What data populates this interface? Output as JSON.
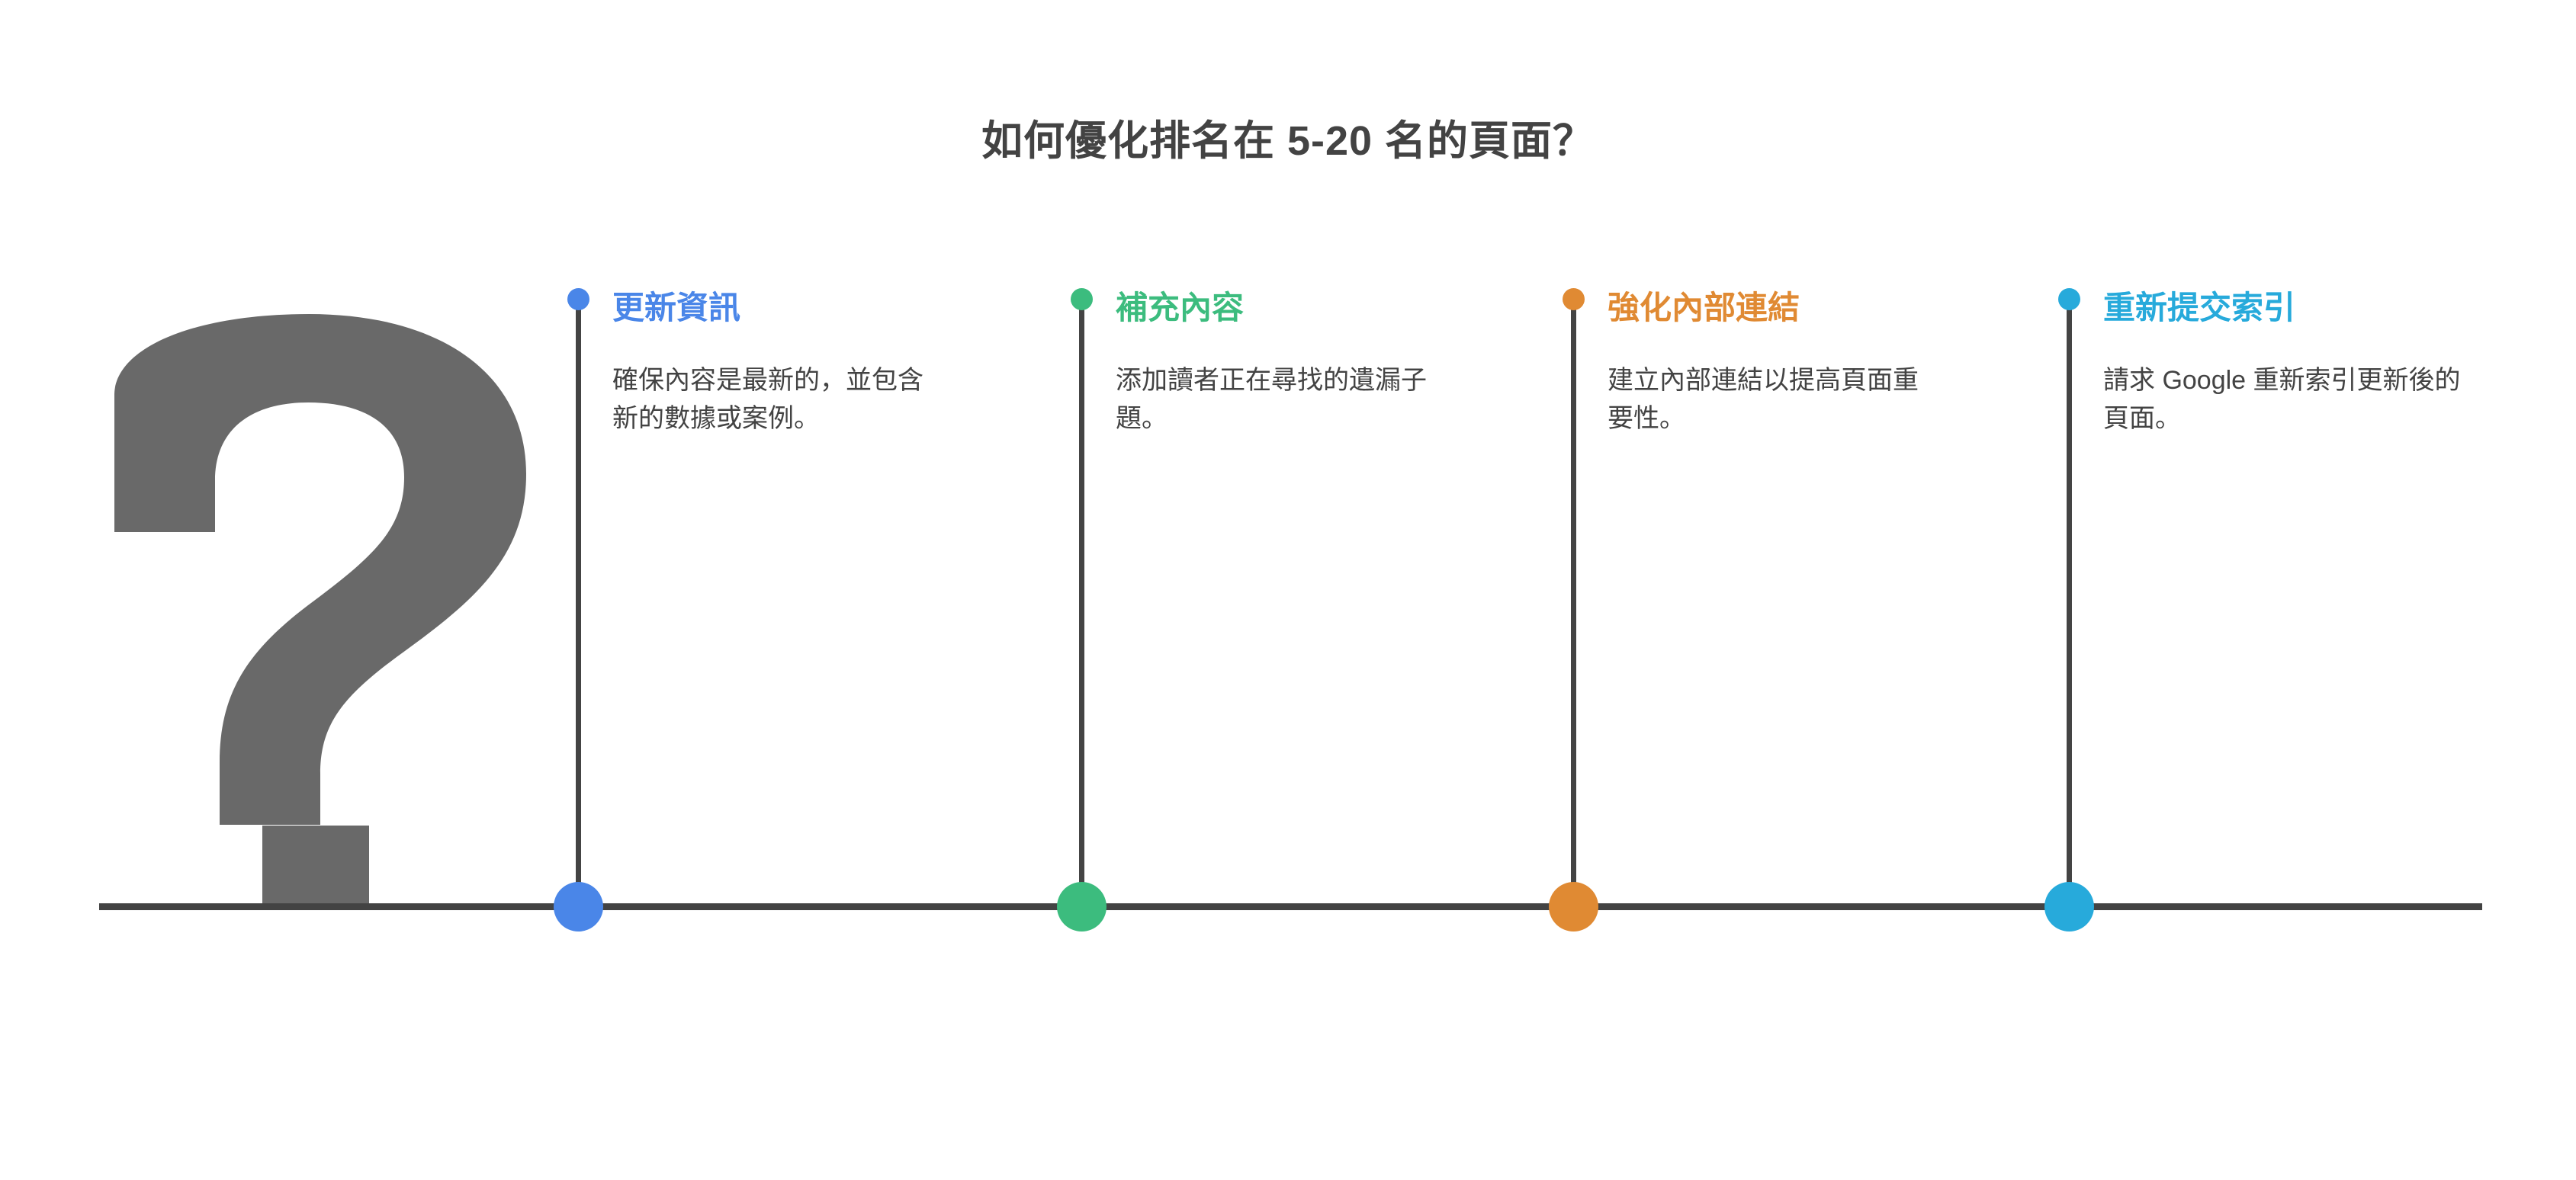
{
  "page": {
    "title": "如何優化排名在 5-20 名的頁面？",
    "title_color": "#434343",
    "background": "#ffffff",
    "decoration_icon": "question-mark-icon",
    "decoration_color": "#696969",
    "baseline_color": "#434343",
    "stem_color": "#444444"
  },
  "timeline": {
    "items": [
      {
        "heading": "更新資訊",
        "body": "確保內容是最新的，並包含新的數據或案例。",
        "color": "#4a86e8",
        "dot_name": "timeline-dot-blue"
      },
      {
        "heading": "補充內容",
        "body": "添加讀者正在尋找的遺漏子題。",
        "color": "#3cbc7e",
        "dot_name": "timeline-dot-green"
      },
      {
        "heading": "強化內部連結",
        "body": "建立內部連結以提高頁面重要性。",
        "color": "#e08a33",
        "dot_name": "timeline-dot-orange"
      },
      {
        "heading": "重新提交索引",
        "body": "請求 Google 重新索引更新後的頁面。",
        "color": "#27aadb",
        "dot_name": "timeline-dot-cyan"
      }
    ]
  }
}
